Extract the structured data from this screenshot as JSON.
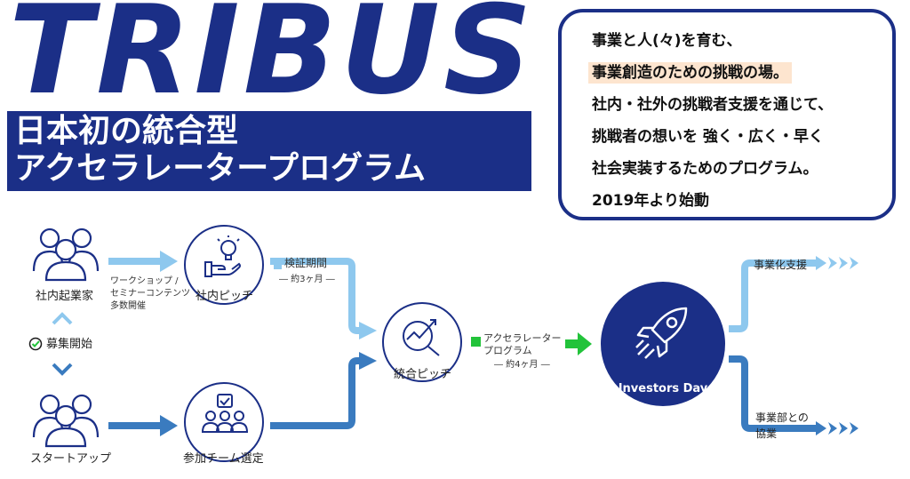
{
  "logo": {
    "text": "TRIBUS"
  },
  "banner": {
    "line1": "日本初の統合型",
    "line2": "アクセラレータープログラム"
  },
  "info": {
    "line1": "事業と人(々)を育む、",
    "line2": "事業創造のための挑戦の場。",
    "line3": "社内・社外の挑戦者支援を通じて、",
    "line4": "挑戦者の想いを 強く・広く・早く",
    "line5": "社会実装するためのプログラム。",
    "line6": "2019年より始動"
  },
  "flow": {
    "internal_entrepreneurs": "社内起業家",
    "recruit_start": "募集開始",
    "startups": "スタートアップ",
    "workshop_line1": "ワークショップ /",
    "workshop_line2": "セミナーコンテンツ",
    "workshop_line3": "多数開催",
    "internal_pitch": "社内ピッチ",
    "team_selection": "参加チーム選定",
    "verification_period": "検証期間",
    "verification_duration": "― 約3ヶ月 ―",
    "integrated_pitch": "統合ピッチ",
    "accel_line1": "アクセラレーター",
    "accel_line2": "プログラム",
    "accel_duration": "― 約4ヶ月 ―",
    "investors_day": "Investors Day",
    "commercialization_support": "事業化支援",
    "collab_line1": "事業部との",
    "collab_line2": "協業"
  },
  "colors": {
    "brand_navy": "#1b2f87",
    "light_blue": "#8ec8ee",
    "mid_blue": "#3a7bbf",
    "green": "#22c33a",
    "highlight": "#fde5cf"
  }
}
